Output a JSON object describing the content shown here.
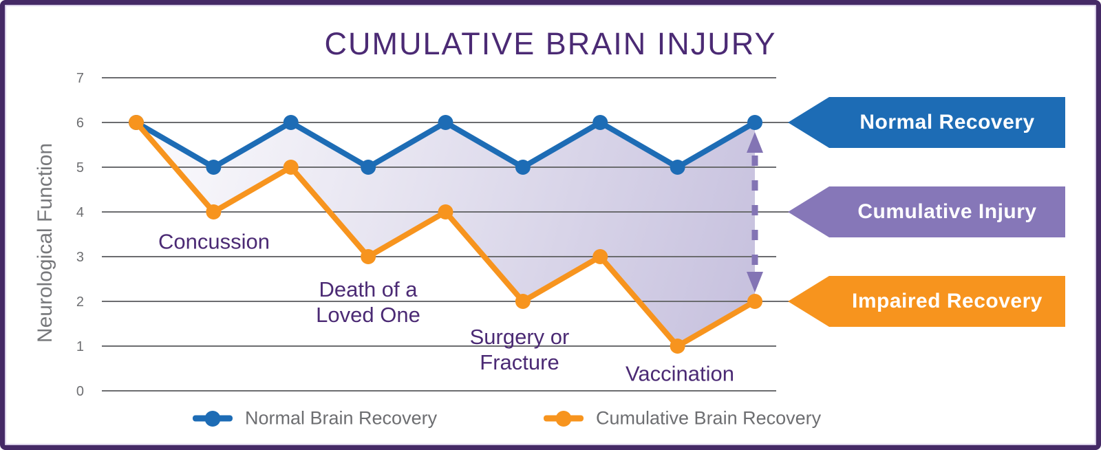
{
  "title": "CUMULATIVE BRAIN INJURY",
  "colors": {
    "deep_purple_text": "#4b2a74",
    "frame_border": "#452a66",
    "normal_recovery_blue": "#1d6cb5",
    "impaired_recovery_orange": "#f7941e",
    "cumulative_injury_purple": "#8677b8",
    "arrow_purple": "#8374b4",
    "grid_gray": "#6b6c6f",
    "axis_text_gray": "#6d6e71",
    "fill_lavender": "#c5bfdd"
  },
  "chart_data": {
    "type": "line",
    "title": "CUMULATIVE BRAIN INJURY",
    "xlabel": "",
    "ylabel": "Neurological Function",
    "ylim": [
      0,
      7
    ],
    "y_ticks": [
      7,
      6,
      5,
      4,
      3,
      2,
      1,
      0
    ],
    "grid": true,
    "x_count": 9,
    "grid_color": "#6b6c6f",
    "tick_color": "#6d6e71",
    "fill_color": "#c5bfdd",
    "arrow_color": "#8374b4",
    "series": [
      {
        "name": "Normal Brain Recovery",
        "color": "#1d6cb5",
        "values": [
          6,
          5,
          6,
          5,
          6,
          5,
          6,
          5,
          6
        ]
      },
      {
        "name": "Cumulative Brain Recovery",
        "color": "#f7941e",
        "values": [
          6,
          4,
          5,
          3,
          4,
          2,
          3,
          1,
          2
        ]
      }
    ],
    "annotations": [
      {
        "label": "Concussion",
        "x_index": 1
      },
      {
        "label": "Death of a\nLoved One",
        "x_index": 3
      },
      {
        "label": "Surgery or\nFracture",
        "x_index": 5
      },
      {
        "label": "Vaccination",
        "x_index": 7
      }
    ],
    "gap_arrow": {
      "x_index": 8,
      "from_value": 6,
      "to_value": 2
    },
    "legend_position": "bottom"
  },
  "banners": [
    {
      "label": "Normal Recovery",
      "color": "#1d6cb5"
    },
    {
      "label": "Cumulative Injury",
      "color": "#8677b8"
    },
    {
      "label": "Impaired Recovery",
      "color": "#f7941e"
    }
  ]
}
